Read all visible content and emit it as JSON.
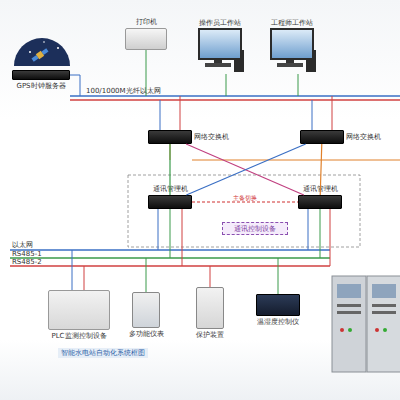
{
  "diagram": {
    "caption": "智能水电站自动化系统框图",
    "nodes": [
      {
        "text": [
          "GPS时钟服务器"
        ]
      },
      {
        "text": [
          "打印机"
        ]
      },
      {
        "text": [
          "操作员工作站"
        ]
      },
      {
        "text": [
          "工程师工作站"
        ]
      },
      {
        "text": [
          "网络交换机"
        ]
      },
      {
        "text": [
          "网络交换机"
        ]
      },
      {
        "text": [
          "通讯管理机"
        ]
      },
      {
        "text": [
          "通讯管理机"
        ]
      },
      {
        "text": [
          "通讯控制设备"
        ]
      },
      {
        "text": [
          "PLC监测控制设备"
        ]
      },
      {
        "text": [
          "多功能仪表"
        ]
      },
      {
        "text": [
          "保护装置"
        ]
      },
      {
        "text": [
          "温湿度控制仪"
        ]
      }
    ],
    "edges": [
      {
        "from": 4,
        "to": 6,
        "arrow": "none"
      },
      {
        "from": 5,
        "to": 7,
        "arrow": "none"
      },
      {
        "from": 4,
        "to": 7,
        "arrow": "none"
      },
      {
        "from": 5,
        "to": 6,
        "arrow": "none"
      },
      {
        "from": 6,
        "to": 7,
        "label": "主备切换",
        "arrow": "none"
      }
    ],
    "labels": [
      "100/1000M光纤以太网",
      "以太网",
      "RS485-1",
      "RS485-2"
    ]
  }
}
